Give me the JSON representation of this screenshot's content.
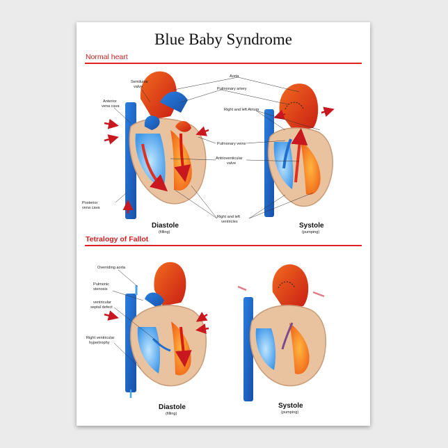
{
  "title": "Blue Baby Syndrome",
  "sections": {
    "normal": {
      "label": "Normal heart"
    },
    "tetralogy": {
      "label": "Tetralogy of Fallot"
    }
  },
  "normal_labels": {
    "semilunar_1": "Semilunar",
    "semilunar_2": "valve",
    "anterior_1": "Anterior",
    "anterior_2": "vena cava",
    "aorta": "Aorta",
    "pulmonary_artery": "Pulmonary artery",
    "atrium": "Right and left Atrium",
    "pulmonary_veins": "Pulmonary veins",
    "av_1": "Antrioventicular",
    "av_2": "valve",
    "posterior_1": "Posterior",
    "posterior_2": "vena cava",
    "ventricles_1": "Right and left",
    "ventricles_2": "ventricles"
  },
  "tof_labels": {
    "overriding": "Overriding aorta",
    "pulmonic_1": "Pulmonic",
    "pulmonic_2": "stenosis",
    "vsd_1": "ventricular",
    "vsd_2": "septal defect",
    "rvh_1": "Right ventricular",
    "rvh_2": "hypertrophy"
  },
  "captions": {
    "diastole": "Diastole",
    "diastole_sub": "(filling)",
    "systole": "Systole",
    "systole_sub": "(pumping)"
  },
  "colors": {
    "oxygenated": "#e8401c",
    "deoxygenated": "#1f6fd0",
    "tissue": "#e9c2a0",
    "accent_red": "#e02020",
    "arrow_red": "#c8171e"
  }
}
